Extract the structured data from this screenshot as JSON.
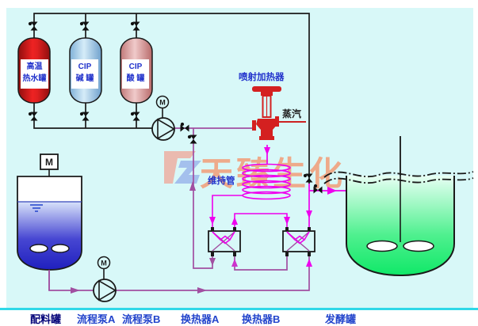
{
  "watermark": {
    "brand": "天臻生化"
  },
  "tanks": {
    "hot_water": {
      "line1": "高温",
      "line2": "热水罐"
    },
    "cip_alkali": {
      "line1": "CIP",
      "line2": "碱 罐"
    },
    "cip_acid": {
      "line1": "CIP",
      "line2": "酸 罐"
    }
  },
  "labels": {
    "jet_heater": "喷射加热器",
    "steam": "蒸汽",
    "holding_tube": "维持管",
    "motor": "M"
  },
  "legend": {
    "batching_tank": "配料罐",
    "pump_a": "流程泵A",
    "pump_b": "流程泵B",
    "hx_a": "换热器A",
    "hx_b": "换热器B",
    "fermenter": "发酵罐"
  },
  "colors": {
    "canvas": "#d8f8f8",
    "pipe_black": "#1a1a1a",
    "cip_hot_magenta": "#ee00ee",
    "process_purple": "#a14fa1",
    "steam_red": "#cc2222",
    "heater_red": "#d42020",
    "separator_cyan": "#2fd8e8",
    "label_blue": "#2233cc",
    "legend_navy": "#000077",
    "hot_water_tank_red": "#e02020",
    "alkali_tank_blue": "#b8d8f0",
    "acid_tank_pink": "#e8b8b8",
    "batch_liquid_blue": "#2020be",
    "fermenter_green": "#10e868"
  }
}
